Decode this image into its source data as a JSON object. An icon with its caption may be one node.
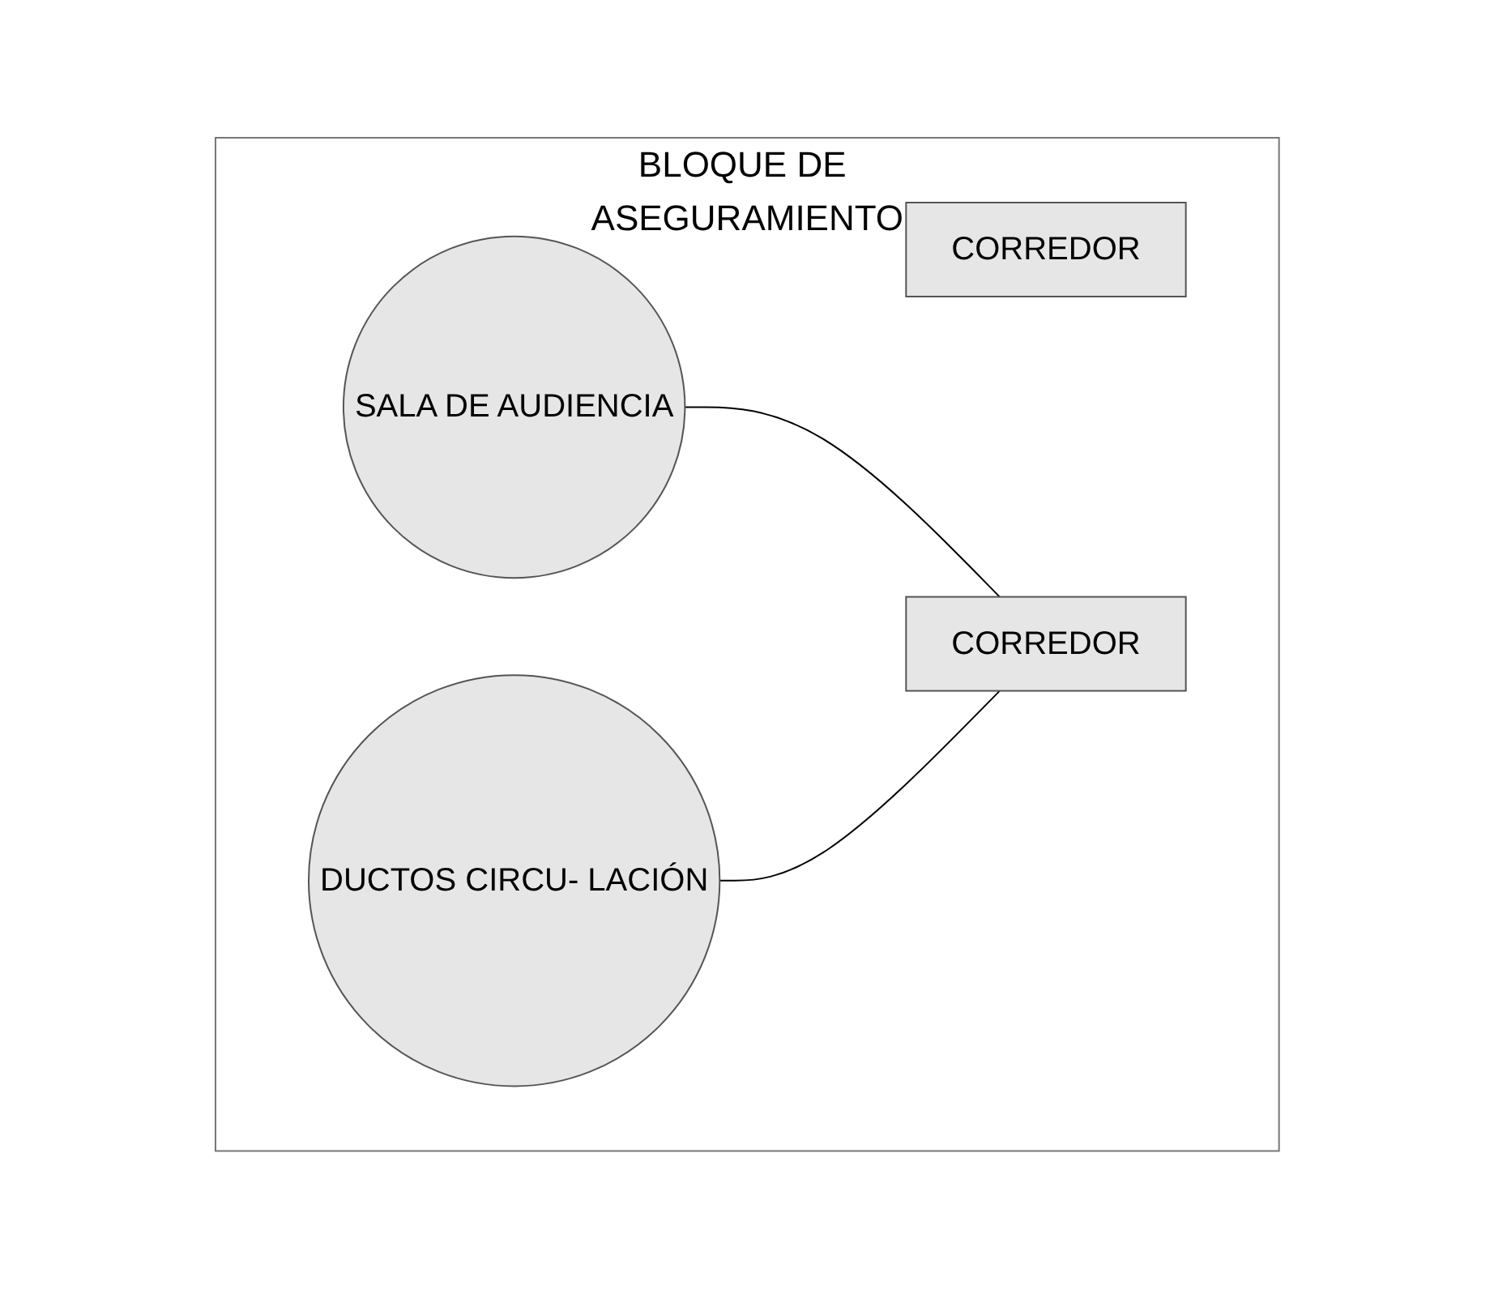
{
  "diagram": {
    "nodes": [
      {
        "text": [
          "BLOQUE DE ASEGURAMIENTO"
        ]
      },
      {
        "text": [
          "CORREDOR"
        ],
        "in": 0
      },
      {
        "text": [
          "SALA DE AUDIENCIA"
        ],
        "in": 0
      },
      {
        "text": [
          "DUCTOS CIRCU- LACIÓN"
        ],
        "in": 0
      },
      {
        "text": [
          "CORREDOR"
        ],
        "in": 0
      }
    ],
    "edges": [
      {
        "from": 2,
        "to": 4,
        "arrow": "none"
      },
      {
        "from": 3,
        "to": 4,
        "arrow": "none"
      }
    ]
  }
}
